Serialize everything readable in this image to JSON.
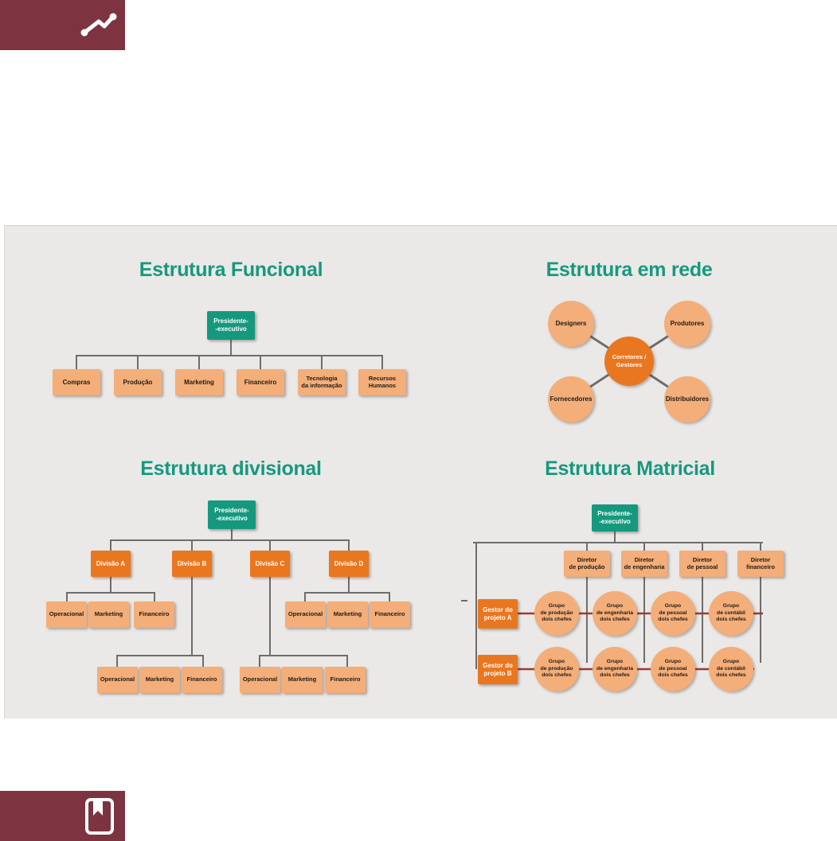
{
  "colors": {
    "toolbar_maroon": "#7d3440",
    "title_teal": "#16997e",
    "teal_box": "#15997e",
    "light_orange": "#f3ae79",
    "dark_orange": "#e9771f",
    "connector_gray": "#6d6d6d",
    "matrix_link_red": "#9e3a36",
    "slide_background": "#eae9e7"
  },
  "top_bar": {
    "icon": "trend-line-icon"
  },
  "bottom_bar": {
    "icon": "bookmark-book-icon"
  },
  "functional": {
    "title": "Estrutura Funcional",
    "root": "Presidente-\n-executivo",
    "children": [
      "Compras",
      "Produção",
      "Marketing",
      "Financeiro",
      "Tecnologia\nda informação",
      "Recursos\nHumanos"
    ]
  },
  "network": {
    "title": "Estrutura em rede",
    "center": "Corretores /\nGestores",
    "nodes": [
      "Designers",
      "Produtores",
      "Fornecedores",
      "Distribuidores"
    ]
  },
  "divisional": {
    "title": "Estrutura divisional",
    "root": "Presidente-\n-executivo",
    "divisions": [
      "Divisão A",
      "Divisão B",
      "Divisão C",
      "Divisão D"
    ],
    "sub_groups": [
      [
        "Operacional",
        "Marketing",
        "Financeiro"
      ],
      [
        "Operacional",
        "Marketing",
        "Financeiro"
      ],
      [
        "Operacional",
        "Marketing",
        "Financeiro"
      ],
      [
        "Operacional",
        "Marketing",
        "Financeiro"
      ]
    ]
  },
  "matrix": {
    "title": "Estrutura Matricial",
    "root": "Presidente-\n-executivo",
    "directors": [
      "Diretor\nde produção",
      "Diretor\nde engenharia",
      "Diretor\nde pessoal",
      "Diretor\nfinanceiro"
    ],
    "managers": [
      "Gestor do\nprojeto A",
      "Gestor do\nprojeto B"
    ],
    "groups_row_a": [
      "Grupo\nde produção\ndois chefes",
      "Grupo\nde engenharia\ndois chefes",
      "Grupo\nde pessoal\ndois chefes",
      "Grupo\nde contábil\ndois chefes"
    ],
    "groups_row_b": [
      "Grupo\nde produção\ndois chefes",
      "Grupo\nde engenharia\ndois chefes",
      "Grupo\nde pessoal\ndois chefes",
      "Grupo\nde contábil\ndois chefes"
    ]
  }
}
